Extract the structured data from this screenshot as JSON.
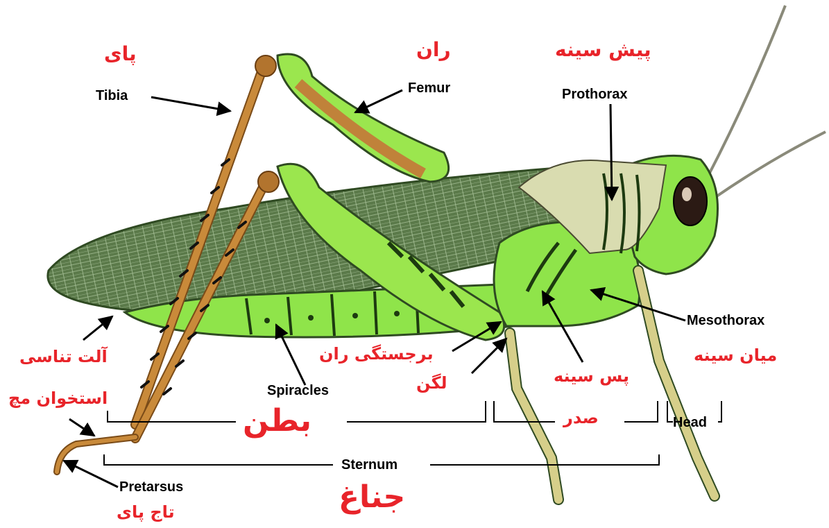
{
  "labels": {
    "tibia": "Tibia",
    "femur": "Femur",
    "prothorax": "Prothorax",
    "mesothorax": "Mesothorax",
    "spiracles": "Spiracles",
    "head": "Head",
    "sternum": "Sternum",
    "pretarsus": "Pretarsus"
  },
  "labels_fa": {
    "pai": "پای",
    "ran": "ران",
    "pish_sine": "پیش سینه",
    "alat_tanasoli": "آلت تناسی",
    "ostokhan_moch": "استخوان مچ",
    "barjastegi_ran": "برجستگی ران",
    "lagan": "لگن",
    "pas_sine": "پس  سینه",
    "miyan_sine": "میان سینه",
    "sadr": "صدر",
    "batn": "بطن",
    "janagh": "جناغ",
    "taj_pai": "تاج پای"
  },
  "colors": {
    "label_red": "#e8242a",
    "body_green": "#8fe44a",
    "wing_green": "#5b7a4a",
    "leg_brown": "#c98a3a",
    "pronotum_tan": "#d9dcb0"
  }
}
